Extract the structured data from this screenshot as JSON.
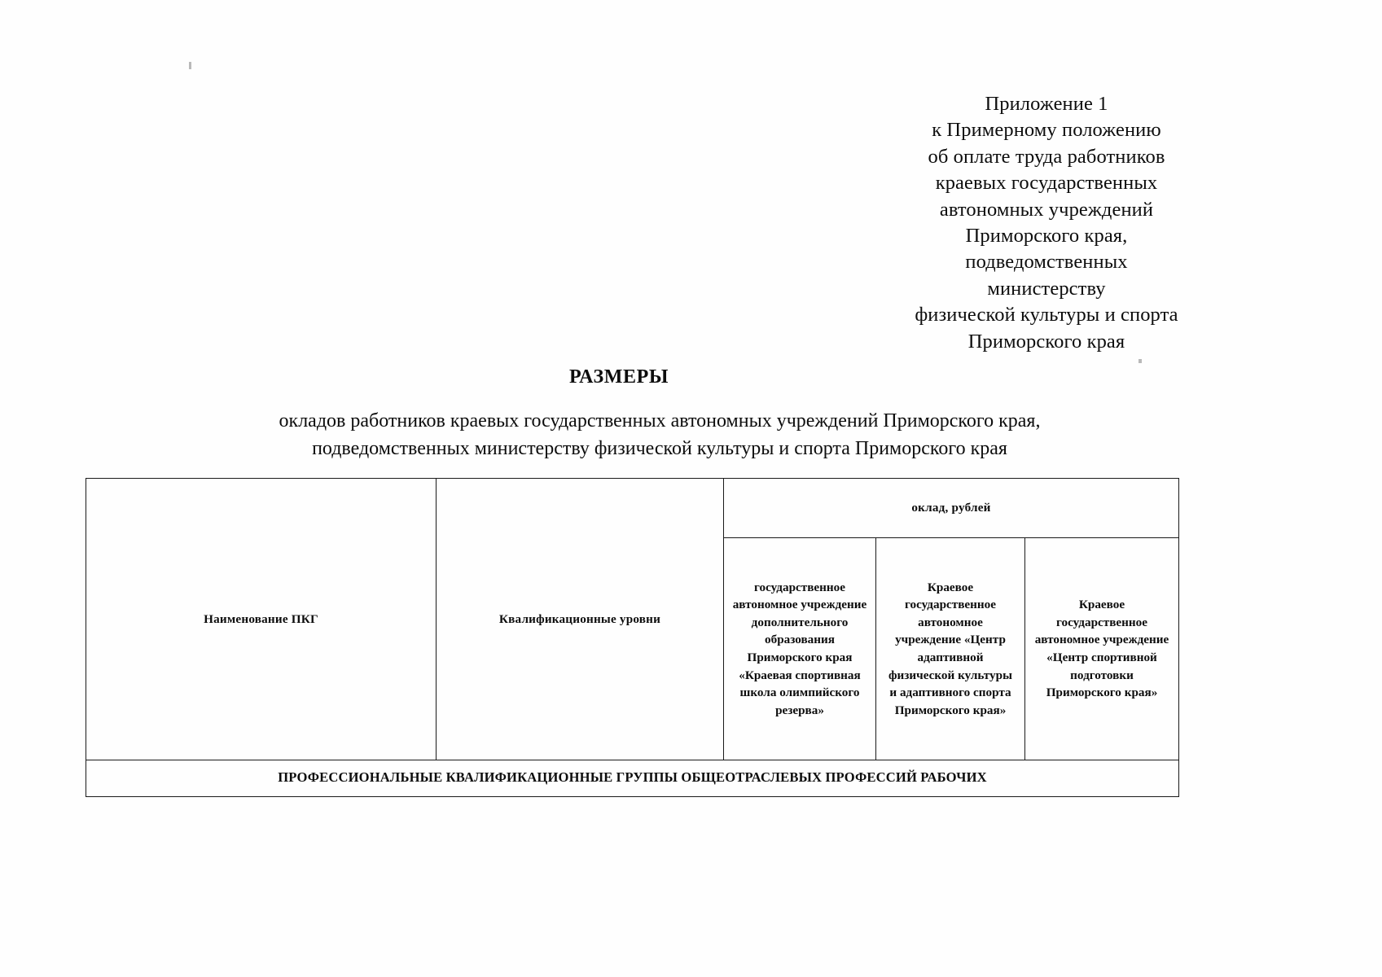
{
  "appendix": {
    "lines": [
      "Приложение 1",
      "к Примерному положению",
      "об оплате труда работников",
      "краевых государственных",
      "автономных учреждений",
      "Приморского края,",
      "подведомственных",
      "министерству",
      "физической культуры и спорта",
      "Приморского края"
    ]
  },
  "title": "РАЗМЕРЫ",
  "subtitle": {
    "line1": "окладов работников краевых государственных автономных учреждений Приморского края,",
    "line2": "подведомственных министерству физической культуры и спорта Приморского края"
  },
  "table": {
    "headers": {
      "pkg_name": "Наименование ПКГ",
      "qualification_levels": "Квалификационные уровни",
      "salary_group": "оклад, рублей",
      "institutions": [
        "государственное автономное учреждение дополнительного образования Приморского края «Краевая спортивная школа олимпийского резерва»",
        "Краевое государственное автономное учреждение «Центр адаптивной физической культуры и адаптивного спорта Приморского края»",
        "Краевое государственное автономное учреждение «Центр спортивной подготовки Приморского края»"
      ]
    },
    "section_heading": "ПРОФЕССИОНАЛЬНЫЕ КВАЛИФИКАЦИОННЫЕ ГРУППЫ ОБЩЕОТРАСЛЕВЫХ ПРОФЕССИЙ РАБОЧИХ"
  }
}
